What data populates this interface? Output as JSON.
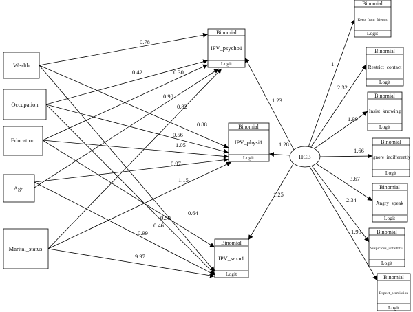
{
  "exogenous": [
    {
      "id": "wealth",
      "label": "Wealth"
    },
    {
      "id": "occupation",
      "label": "Occupation"
    },
    {
      "id": "education",
      "label": "Education"
    },
    {
      "id": "age",
      "label": "Age"
    },
    {
      "id": "marital",
      "label": "Marital_status"
    }
  ],
  "outcomes": [
    {
      "id": "psycho",
      "header": "Binomial",
      "label": "IPV_psycho1",
      "footer": "Logit"
    },
    {
      "id": "physi",
      "header": "Binomial",
      "label": "IPV_physi1",
      "footer": "Logit"
    },
    {
      "id": "sexu",
      "header": "Binomial",
      "label": "IPV_sexu1",
      "footer": "Logit"
    }
  ],
  "latent": {
    "id": "hcb",
    "label": "HCB"
  },
  "indicators": [
    {
      "id": "i1",
      "header": "Binomial",
      "label": "Keep_from_friends",
      "footer": "Logit",
      "small": true
    },
    {
      "id": "i2",
      "header": "Binomial",
      "label": "Restrict_contact",
      "footer": "Logit",
      "small": false
    },
    {
      "id": "i3",
      "header": "Binomial",
      "label": "Insist_knowing",
      "footer": "Logit",
      "small": false
    },
    {
      "id": "i4",
      "header": "Binomial",
      "label": "Ignore_indifferently",
      "footer": "Logit",
      "small": false
    },
    {
      "id": "i5",
      "header": "Binomial",
      "label": "Angry_speak",
      "footer": "Logit",
      "small": false
    },
    {
      "id": "i6",
      "header": "Binomial",
      "label": "Suspicious_unfaithful",
      "footer": "Logit",
      "small": true
    },
    {
      "id": "i7",
      "header": "Binomial",
      "label": "Expect_permission",
      "footer": "Logit",
      "small": true
    }
  ],
  "coefficients": {
    "wealth_psycho": "0.78",
    "wealth_physi": "0.42",
    "wealth_sexu": "0.59",
    "occupation_psycho": "0.30",
    "occupation_physi": "0.88",
    "occupation_sexu": "0.46",
    "education_psycho": "0.98",
    "education_physi": "1.05",
    "education_sexu": "0.64",
    "age_psycho": "0.82",
    "age_physi": "0.97",
    "age_sexu": "0.99",
    "marital_psycho": "0.56",
    "marital_physi": "1.15",
    "marital_sexu": "9.97",
    "hcb_psycho": "1.23",
    "hcb_physi": "1.28",
    "hcb_sexu": "1.25",
    "hcb_i1": "1",
    "hcb_i2": "2.32",
    "hcb_i3": "1.99",
    "hcb_i4": "1.66",
    "hcb_i5": "3.67",
    "hcb_i6": "2.34",
    "hcb_i7": "1.93"
  }
}
